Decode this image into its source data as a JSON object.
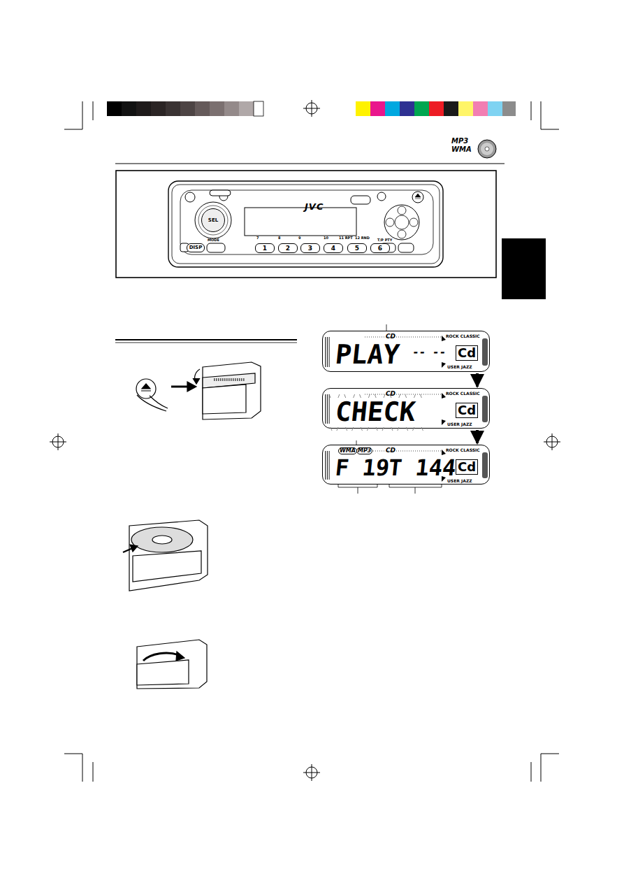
{
  "diagram": {
    "nodes": [
      {
        "text": [
          "JVC"
        ]
      },
      {
        "text": [
          "1"
        ],
        "in": 0
      },
      {
        "text": [
          "2"
        ],
        "in": 0
      },
      {
        "text": [
          "3"
        ],
        "in": 0
      },
      {
        "text": [
          "4"
        ],
        "in": 0
      },
      {
        "text": [
          "5"
        ],
        "in": 0
      },
      {
        "text": [
          "6"
        ],
        "in": 0
      },
      {
        "text": [
          "DISP"
        ],
        "in": 0
      },
      {
        "text": [
          "SEL"
        ],
        "in": 0
      },
      {
        "text": [
          "CD",
          "PLAY",
          "-- --",
          "Cd",
          "ROCK CLASSIC",
          "USER JAZZ"
        ]
      },
      {
        "text": [
          "CD",
          "CHECK",
          "Cd",
          "ROCK CLASSIC",
          "USER JAZZ"
        ]
      },
      {
        "text": [
          "WMA",
          "MP3",
          "CD",
          "F 19",
          "T 144",
          "Cd",
          "ROCK CLASSIC",
          "USER JAZZ"
        ]
      }
    ],
    "edges": [
      {
        "from": 9,
        "to": 10,
        "arrow": "to"
      },
      {
        "from": 10,
        "to": 11,
        "arrow": "to"
      }
    ],
    "labels": [
      "MP3",
      "WMA",
      "MODE",
      "T/P PTY",
      "7",
      "8",
      "9",
      "10",
      "11 RPT",
      "12 RND"
    ]
  }
}
